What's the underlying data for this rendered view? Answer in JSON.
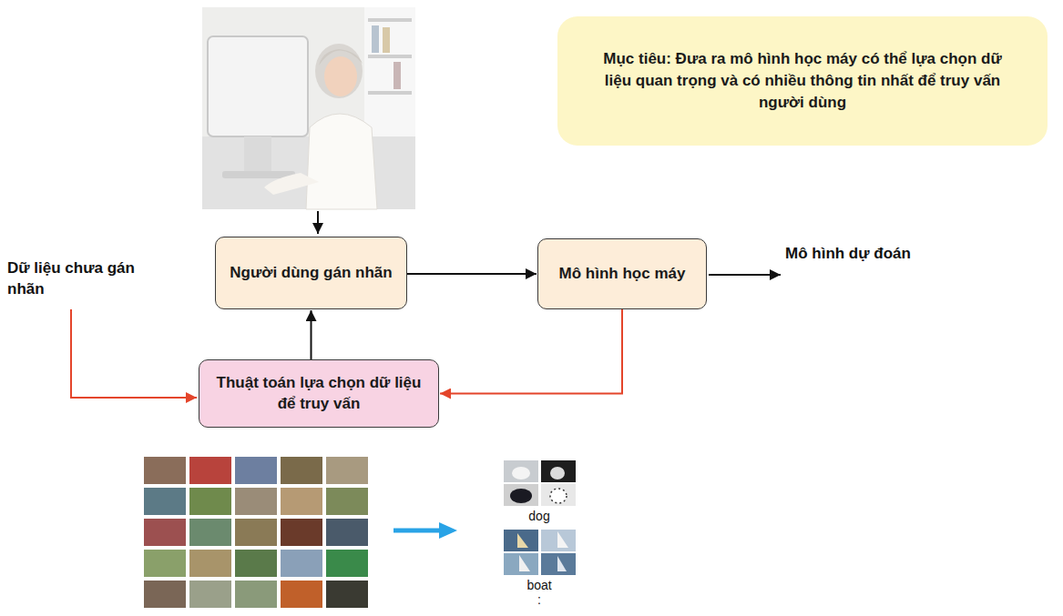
{
  "diagram": {
    "nodes": [
      {
        "text": [
          "Mục tiêu: Đưa ra mô hình học máy có thể lựa chọn dữ liệu quan trọng và có nhiều thông tin nhất để truy vấn người dùng"
        ]
      },
      {
        "text": [
          "Người dùng gán nhãn"
        ]
      },
      {
        "text": [
          "Mô hình học máy"
        ]
      },
      {
        "text": [
          "Thuật toán lựa chọn dữ liệu để truy vấn"
        ]
      }
    ],
    "edges": [
      {
        "from": 1,
        "to": 2,
        "arrow": "to"
      },
      {
        "from": 2,
        "to": 3,
        "arrow": "to"
      },
      {
        "from": 3,
        "to": 1,
        "arrow": "to"
      }
    ],
    "labels": [
      "Dữ liệu chưa gán nhãn",
      "Mô hình dự đoán",
      "dog",
      "boat",
      ":"
    ]
  }
}
